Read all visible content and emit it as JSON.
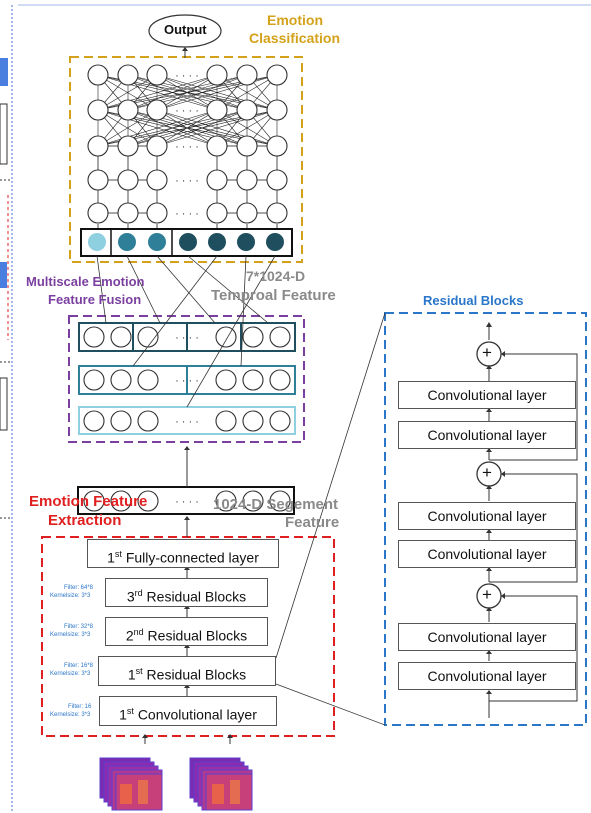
{
  "top": {
    "output_label": "Output",
    "classification_title_line1": "Emotion",
    "classification_title_line2": "Classification"
  },
  "fusion": {
    "title_line1": "Multiscale Emotion",
    "title_line2": "Feature Fusion",
    "temporal_line1": "7*1024-D",
    "temporal_line2": "Temproal Feature"
  },
  "extraction": {
    "title_line1": "Emotion Feature",
    "title_line2": "Extraction",
    "segment_line1": "1024-D Segement",
    "segment_line2": "Feature",
    "layers": [
      {
        "ordinal": "1",
        "sup": "st",
        "text": "Fully-connected layer"
      },
      {
        "ordinal": "3",
        "sup": "rd",
        "text": "Residual Blocks"
      },
      {
        "ordinal": "2",
        "sup": "nd",
        "text": "Residual Blocks"
      },
      {
        "ordinal": "1",
        "sup": "st",
        "text": "Residual Blocks"
      },
      {
        "ordinal": "1",
        "sup": "st",
        "text": "Convolutional layer"
      }
    ],
    "filters": [
      {
        "filter": "Filter: 64*8",
        "kernel": "Kernelsize: 3*3"
      },
      {
        "filter": "Filter: 32*8",
        "kernel": "Kernelsize: 3*3"
      },
      {
        "filter": "Filter: 16*8",
        "kernel": "Kernelsize: 3*3"
      },
      {
        "filter": "Filter: 16",
        "kernel": "Kernelsize: 3*3"
      }
    ]
  },
  "residual": {
    "title": "Residual Blocks",
    "conv_label": "Convolutional layer",
    "plus": "+"
  },
  "colors": {
    "gold": "#d4a21a",
    "purple": "#7b3fa0",
    "red": "#e02020",
    "blue": "#2a76c9",
    "gray_text": "#8a8a8a",
    "teal_dark": "#1f4f5f",
    "teal_mid": "#2f7f99",
    "teal_light": "#8fd0e0"
  }
}
